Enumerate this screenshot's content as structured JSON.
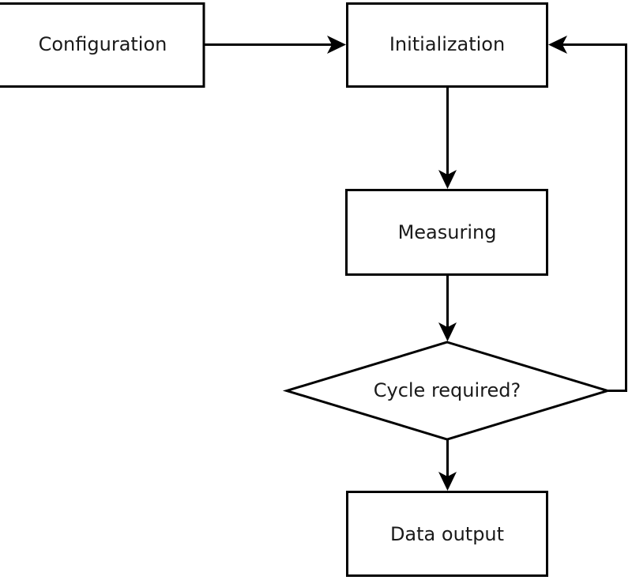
{
  "diagram": {
    "type": "flowchart",
    "background_color": "#ffffff",
    "line_color": "#000000",
    "text_color": "#1a1a1a",
    "nodes": [
      {
        "id": "configuration",
        "label": "Configuration",
        "shape": "rectangle"
      },
      {
        "id": "initialization",
        "label": "Initialization",
        "shape": "rectangle"
      },
      {
        "id": "measuring",
        "label": "Measuring",
        "shape": "rectangle"
      },
      {
        "id": "cycle_required",
        "label": "Cycle required?",
        "shape": "diamond"
      },
      {
        "id": "data_output",
        "label": "Data output",
        "shape": "rectangle"
      }
    ],
    "edges": [
      {
        "id": "config-to-init",
        "from": "configuration",
        "to": "initialization",
        "label": ""
      },
      {
        "id": "init-to-measuring",
        "from": "initialization",
        "to": "measuring",
        "label": ""
      },
      {
        "id": "measuring-to-cycle",
        "from": "measuring",
        "to": "cycle_required",
        "label": ""
      },
      {
        "id": "cycle-to-init",
        "from": "cycle_required",
        "to": "initialization",
        "label": ""
      },
      {
        "id": "cycle-to-output",
        "from": "cycle_required",
        "to": "data_output",
        "label": ""
      }
    ]
  }
}
